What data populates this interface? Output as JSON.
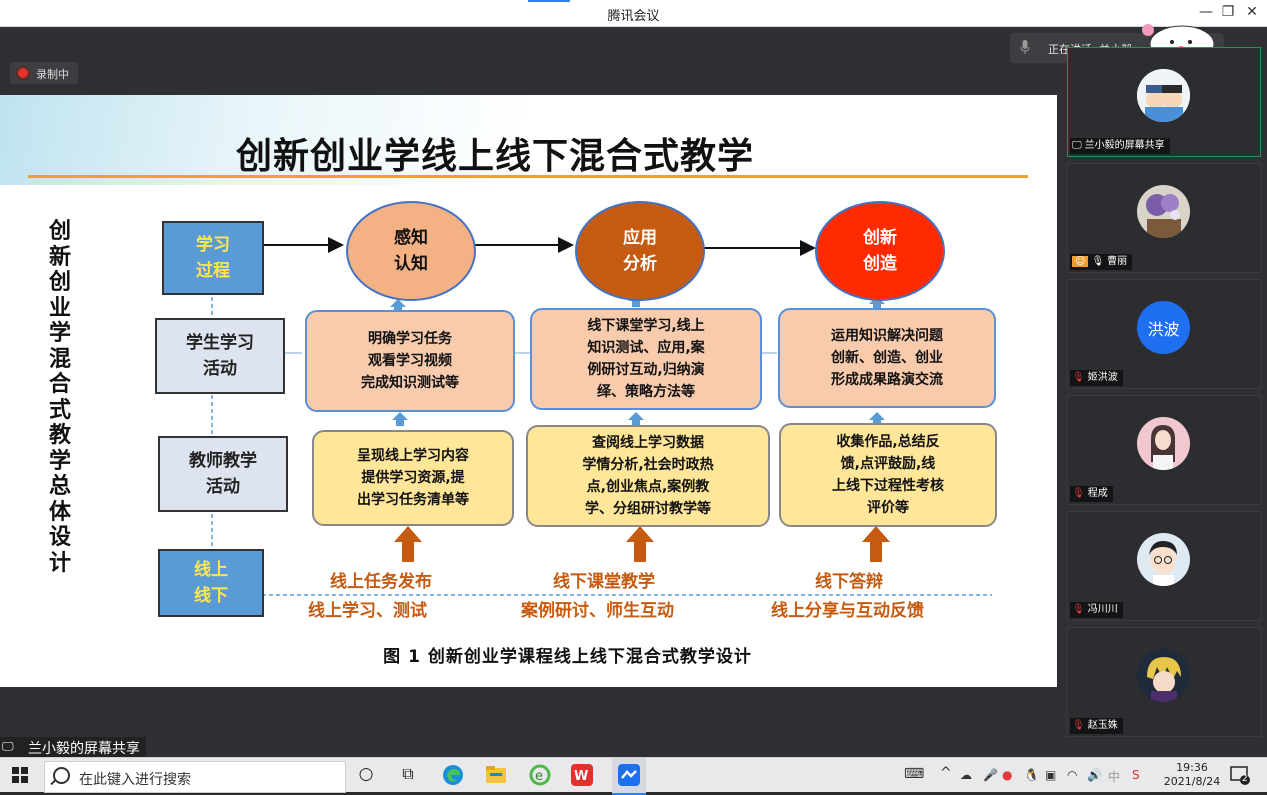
{
  "window": {
    "title": "腾讯会议"
  },
  "recording": {
    "label": "录制中"
  },
  "speaking": {
    "label": "正在讲话: 兰小毅"
  },
  "slide": {
    "title": "创新创业学线上线下混合式教学",
    "side_title": "创新创业学混合式教学总体设计",
    "rows": {
      "learning_process": "学习\n过程",
      "student_activity": "学生学习\n活动",
      "teacher_activity": "教师教学\n活动",
      "online_offline": "线上\n线下"
    },
    "stages": [
      "感知\n认知",
      "应用\n分析",
      "创新\n创造"
    ],
    "student_boxes": [
      "明确学习任务\n观看学习视频\n完成知识测试等",
      "线下课堂学习,线上\n知识测试、应用,案\n例研讨互动,归纳演\n绎、策略方法等",
      "运用知识解决问题\n创新、创造、创业\n形成成果路演交流"
    ],
    "teacher_boxes": [
      "呈现线上学习内容\n提供学习资源,提\n出学习任务清单等",
      "查阅线上学习数据\n学情分析,社会时政热\n点,创业焦点,案例教\n学、分组研讨教学等",
      "收集作品,总结反\n馈,点评鼓励,线\n上线下过程性考核\n评价等"
    ],
    "mode_top": [
      "线上任务发布",
      "线下课堂教学",
      "线下答辩"
    ],
    "mode_bottom": [
      "线上学习、测试",
      "案例研讨、师生互动",
      "线上分享与互动反馈"
    ],
    "caption": "图 1  创新创业学课程线上线下混合式教学设计",
    "colors": {
      "stage1": "#f4b183",
      "stage2": "#c55a11",
      "stage3": "#ff2a00",
      "accent_rule": "#f0a030"
    }
  },
  "share_label": "兰小毅的屏幕共享",
  "participants": [
    {
      "name": "兰小毅的屏幕共享",
      "avatar": "cartoon-duo"
    },
    {
      "name": "曹丽",
      "avatar": "flowers-photo"
    },
    {
      "name": "姬洪波",
      "avatar_text": "洪波"
    },
    {
      "name": "程成",
      "avatar": "girl-photo"
    },
    {
      "name": "冯川川",
      "avatar": "cartoon-boy"
    },
    {
      "name": "赵玉姝",
      "avatar": "anime-photo"
    }
  ],
  "taskbar": {
    "search_placeholder": "在此键入进行搜索",
    "time": "19:36",
    "date": "2021/8/24",
    "ime": "中",
    "notification_count": "2"
  }
}
